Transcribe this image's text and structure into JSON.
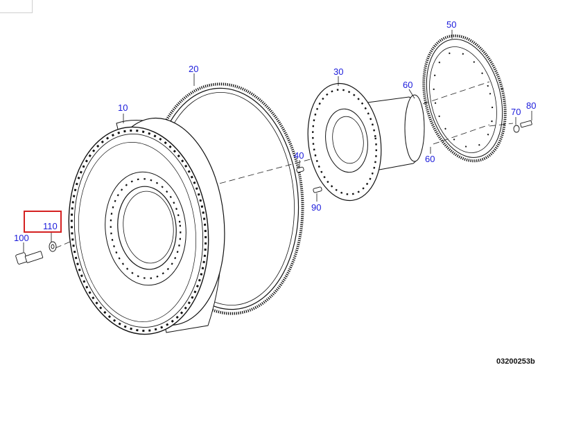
{
  "diagram": {
    "drawing_id": "03200253b",
    "label_color": "#1a1adb",
    "highlight_color": "#d42020",
    "highlighted_part": "110",
    "parts": [
      {
        "id": "p10",
        "label": "10"
      },
      {
        "id": "p20",
        "label": "20"
      },
      {
        "id": "p30",
        "label": "30"
      },
      {
        "id": "p40",
        "label": "40"
      },
      {
        "id": "p50",
        "label": "50"
      },
      {
        "id": "p60a",
        "label": "60"
      },
      {
        "id": "p60b",
        "label": "60"
      },
      {
        "id": "p70",
        "label": "70"
      },
      {
        "id": "p80",
        "label": "80"
      },
      {
        "id": "p90",
        "label": "90"
      },
      {
        "id": "p100",
        "label": "100"
      },
      {
        "id": "p110",
        "label": "110"
      }
    ]
  }
}
